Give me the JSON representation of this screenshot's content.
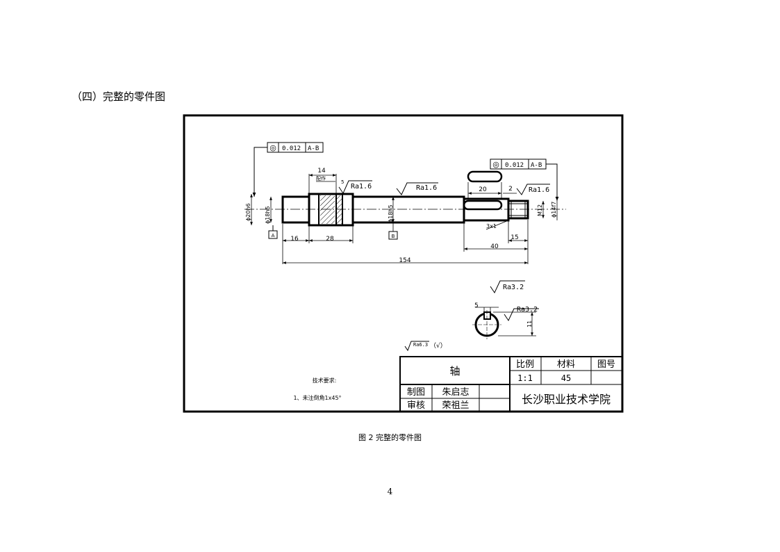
{
  "page": {
    "heading": "（四）完整的零件图",
    "caption": "图 2 完整的零件图",
    "page_number": "4"
  },
  "drawing": {
    "tolerance_frame_1": {
      "symbol": "◎",
      "value": "0.012",
      "datum": "A-B"
    },
    "tolerance_frame_2": {
      "symbol": "◎",
      "value": "0.012",
      "datum": "A-B"
    },
    "roughness_marks": [
      "Ra1.6",
      "Ra1.6",
      "Ra1.6",
      "Ra3.2",
      "Ra3.2"
    ],
    "dims": {
      "d14": "14",
      "d5": "5",
      "d20": "20",
      "d2": "2",
      "d16": "16",
      "d28": "28",
      "d40": "40",
      "d15": "15",
      "d154": "154",
      "d3x1": "3x1",
      "d5b": "5",
      "d11": "11",
      "dia_20": "ϕ20h6",
      "dia_18a": "ϕ18h5",
      "dia_18b": "ϕ18h5",
      "thread": "M12",
      "dia_14": "ϕ14f7"
    },
    "datum_a": "A",
    "datum_b": "B",
    "small_label": "配作",
    "general_roughness": "Ra6.3",
    "general_roughness_suffix": "（√）",
    "tech_req_title": "技术要求:",
    "tech_req_item": "1、未注倒角1x45°"
  },
  "title_block": {
    "part_name": "轴",
    "ratio_label": "比例",
    "material_label": "材料",
    "drawing_no_label": "图号",
    "ratio": "1:1",
    "material": "45",
    "drawn_label": "制图",
    "drawn_by": "朱启志",
    "checked_label": "审核",
    "checked_by": "荣祖兰",
    "school": "长沙职业技术学院"
  }
}
